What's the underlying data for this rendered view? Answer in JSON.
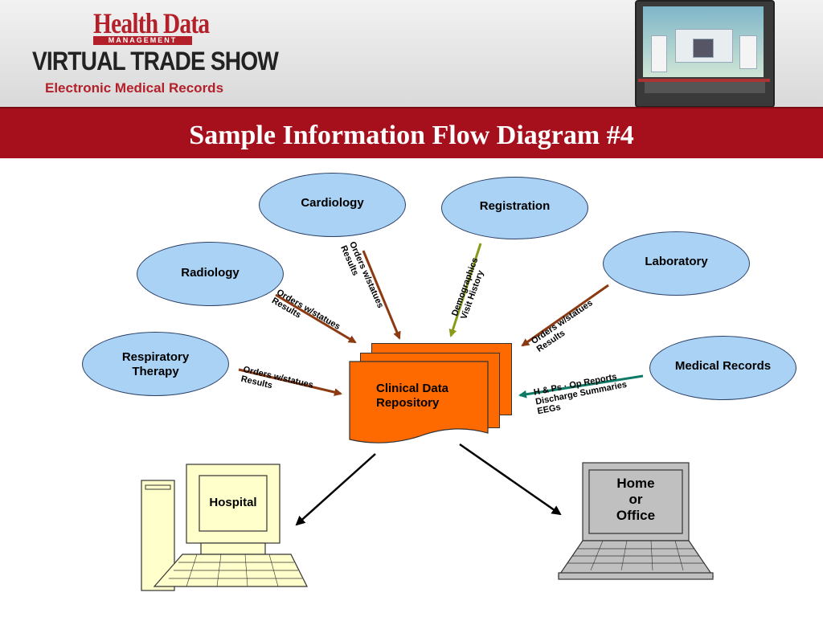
{
  "header": {
    "logo_line1": "Health Data",
    "logo_line2": "MANAGEMENT",
    "logo_line3": "VIRTUAL TRADE SHOW",
    "logo_line4": "Electronic Medical Records"
  },
  "title": "Sample Information Flow Diagram #4",
  "nodes": {
    "cardiology": "Cardiology",
    "registration": "Registration",
    "radiology": "Radiology",
    "laboratory": "Laboratory",
    "respiratory_line1": "Respiratory",
    "respiratory_line2": "Therapy",
    "medical_records": "Medical Records"
  },
  "repository": {
    "line1": "Clinical Data",
    "line2": "Repository"
  },
  "flows": {
    "cardiology_l1": "Orders w/statues",
    "cardiology_l2": "Results",
    "registration_l1": "Demographics",
    "registration_l2": "Visit History",
    "radiology_l1": "Orders w/statues",
    "radiology_l2": "Results",
    "laboratory_l1": "Orders w/statues",
    "laboratory_l2": "Results",
    "respiratory_l1": "Orders w/statues",
    "respiratory_l2": "Results",
    "records_l1": "H & Ps  ·  Op Reports",
    "records_l2": "Discharge Summaries",
    "records_l3": "EEGs"
  },
  "outputs": {
    "hospital": "Hospital",
    "home_line1": "Home",
    "home_line2": "or",
    "home_line3": "Office"
  },
  "colors": {
    "title_bar": "#a6101c",
    "node_fill": "#a9d2f4",
    "repository_fill": "#ff6a00",
    "arrow_brown": "#8b3a12",
    "arrow_olive": "#8a9a1a",
    "arrow_teal": "#0d7a66",
    "hospital_fill": "#ffffcc",
    "home_fill": "#c0c0c0"
  }
}
